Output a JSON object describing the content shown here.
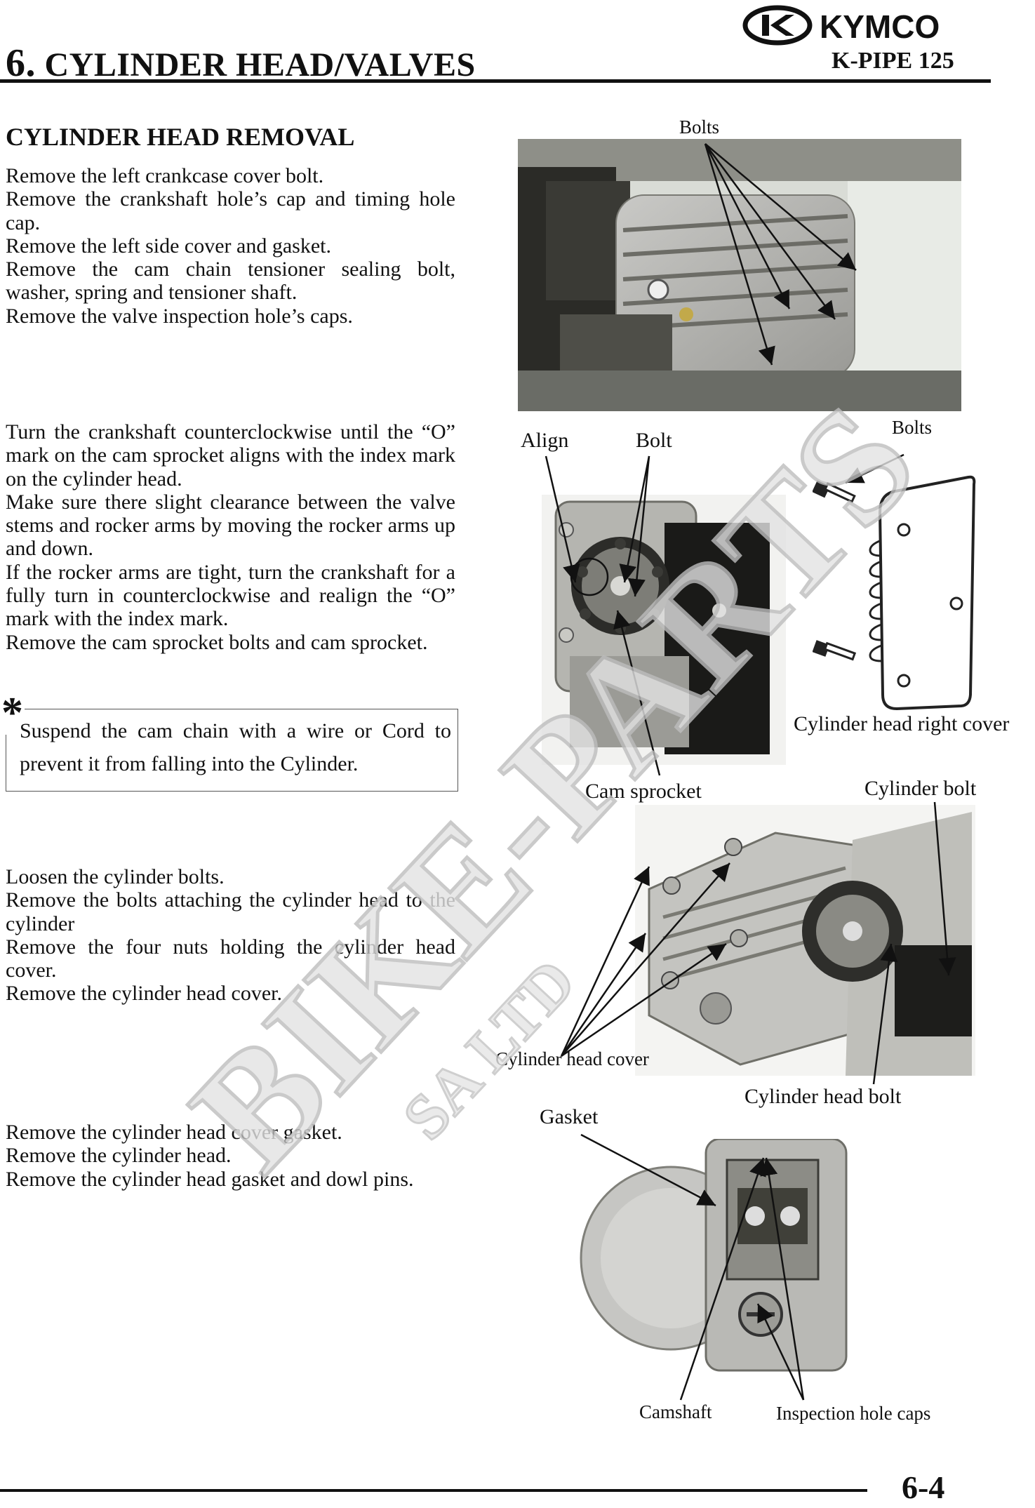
{
  "header": {
    "brand": "KYMCO",
    "chapter_number": "6.",
    "chapter_title": "CYLINDER HEAD/VALVES",
    "model": "K-PIPE 125"
  },
  "section": {
    "title": "CYLINDER HEAD REMOVAL",
    "block1": [
      "Remove the left crankcase cover bolt.",
      "Remove the crankshaft hole’s cap and timing hole cap.",
      "Remove the left side cover and gasket.",
      "Remove the cam chain tensioner sealing bolt, washer, spring and tensioner shaft.",
      "Remove the valve inspection hole’s caps."
    ],
    "block2": [
      "Turn the crankshaft counterclockwise until the “O” mark on the cam sprocket aligns with the index mark on the cylinder head.",
      "Make sure there slight clearance between the valve stems and rocker arms by moving the rocker arms up and down.",
      "If the rocker arms are tight, turn the crankshaft for a fully turn in counterclockwise and realign the “O” mark with the index mark.",
      "Remove the cam sprocket bolts and cam sprocket."
    ],
    "note": {
      "symbol": "*",
      "text": "Suspend the cam chain with a wire or Cord to prevent it from falling into the Cylinder."
    },
    "block3": [
      "Loosen the cylinder bolts.",
      "Remove the bolts attaching the cylinder head to the cylinder",
      "Remove the four nuts holding the cylinder head cover.",
      "Remove the cylinder head cover."
    ],
    "block4": [
      "Remove the cylinder head cover gasket.",
      "Remove the cylinder head.",
      "Remove the cylinder head gasket and dowl pins."
    ]
  },
  "figures": {
    "fig1": {
      "label_bolts": "Bolts"
    },
    "fig2": {
      "label_align": "Align",
      "label_bolt": "Bolt",
      "label_bolts": "Bolts",
      "label_cam_sprocket": "Cam sprocket",
      "label_right_cover": "Cylinder head right cover"
    },
    "fig3": {
      "label_cylinder_bolt": "Cylinder bolt",
      "label_head_cover": "Cylinder head cover",
      "label_head_bolt": "Cylinder head bolt"
    },
    "fig4": {
      "label_gasket": "Gasket",
      "label_camshaft": "Camshaft",
      "label_inspection_caps": "Inspection hole caps"
    }
  },
  "footer": {
    "page_number": "6-4"
  }
}
